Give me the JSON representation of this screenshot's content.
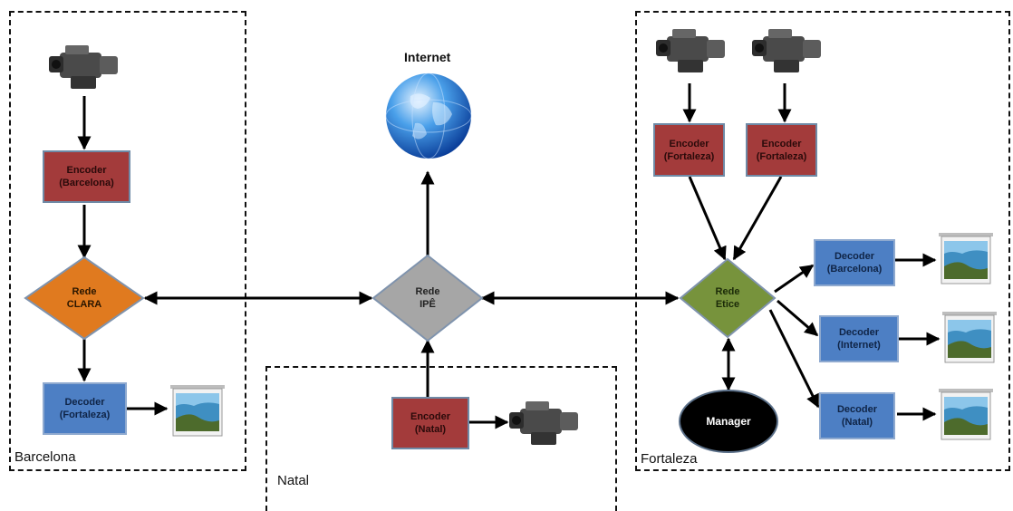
{
  "colors": {
    "encoder_fill": "#a33b3b",
    "decoder_fill": "#4d7fc4",
    "clara_fill": "#e07a1f",
    "ipe_fill": "#a6a6a6",
    "etice_fill": "#77933c",
    "manager_fill": "#000000"
  },
  "regions": {
    "barcelona": "Barcelona",
    "natal": "Natal",
    "fortaleza": "Fortaleza"
  },
  "internet": {
    "label": "Internet"
  },
  "networks": {
    "clara": "Rede\nCLARA",
    "ipe": "Rede\nIPÊ",
    "etice": "Rede\nEtice"
  },
  "encoders": {
    "barcelona": "Encoder\n(Barcelona)",
    "natal": "Encoder\n(Natal)",
    "fortaleza_1": "Encoder\n(Fortaleza)",
    "fortaleza_2": "Encoder\n(Fortaleza)"
  },
  "decoders": {
    "barcelona_fortaleza": "Decoder\n(Fortaleza)",
    "fortaleza_barcelona": "Decoder\n(Barcelona)",
    "fortaleza_internet": "Decoder\n(Internet)",
    "fortaleza_natal": "Decoder\n(Natal)"
  },
  "manager": {
    "label": "Manager"
  },
  "icons": [
    "video-camera-icon",
    "projector-screen-icon",
    "globe-icon"
  ]
}
